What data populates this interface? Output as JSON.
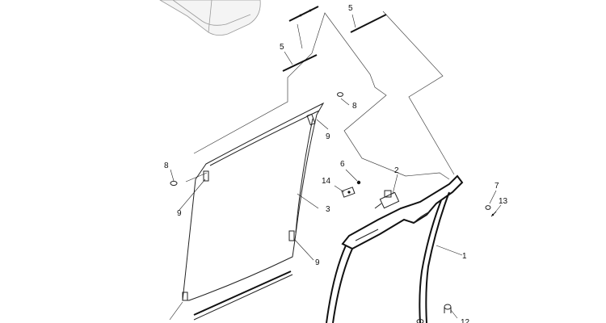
{
  "callouts": {
    "c5a": "5",
    "c5b": "5",
    "c8a": "8",
    "c8b": "8",
    "c9a": "9",
    "c9b": "9",
    "c9c": "9",
    "c6": "6",
    "c14": "14",
    "c2": "2",
    "c3": "3",
    "c7": "7",
    "c13": "13",
    "c1": "1",
    "c12": "12"
  }
}
